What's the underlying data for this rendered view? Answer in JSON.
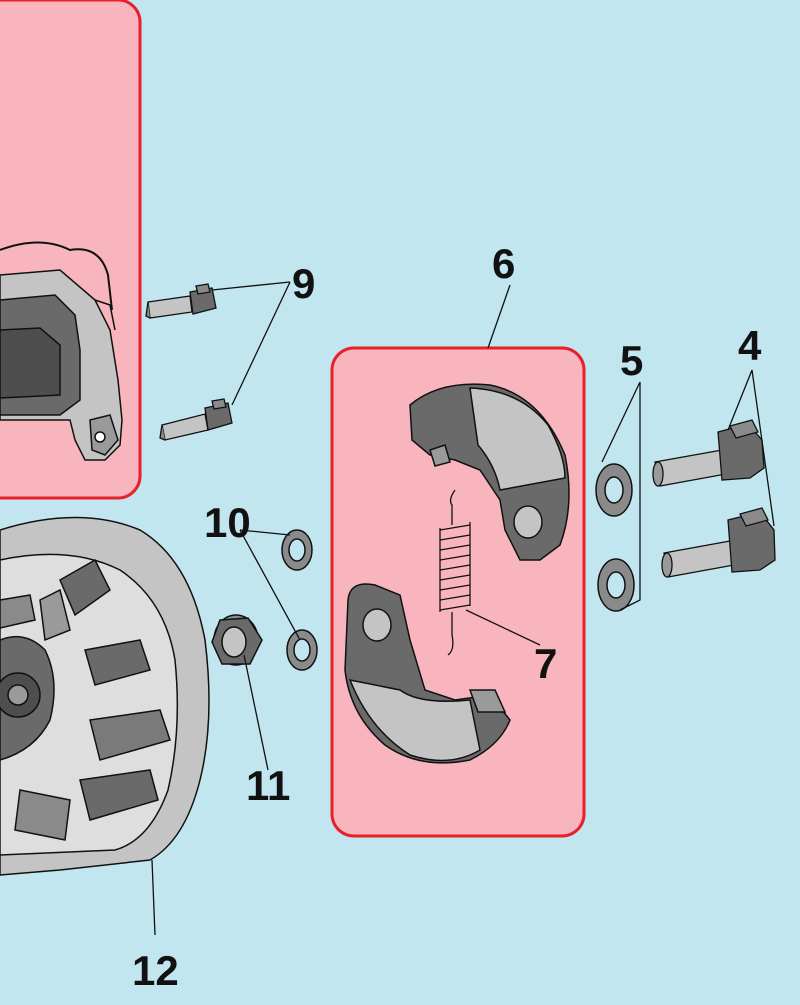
{
  "callouts": {
    "c4": "4",
    "c5": "5",
    "c6": "6",
    "c7": "7",
    "c9": "9",
    "c10": "10",
    "c11": "11",
    "c12": "12"
  },
  "colors": {
    "background": "#c1e6f0",
    "highlight_fill": "#f9b5bd",
    "highlight_stroke": "#e8202a",
    "part_dark": "#6a6a6a",
    "part_light": "#c4c4c4",
    "line": "#111111"
  }
}
